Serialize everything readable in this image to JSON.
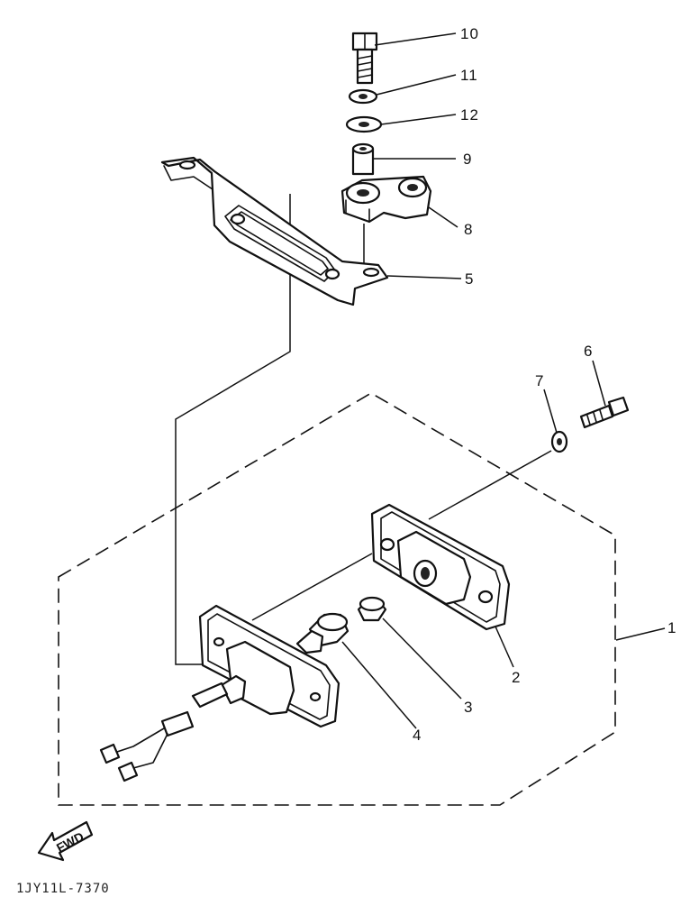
{
  "diagram": {
    "callouts": {
      "p1": "1",
      "p2": "2",
      "p3": "3",
      "p4": "4",
      "p5": "5",
      "p6": "6",
      "p7": "7",
      "p8": "8",
      "p9": "9",
      "p10": "10",
      "p11": "11",
      "p12": "12"
    },
    "direction_label": "FWD",
    "reference_code": "1JY11L-7370"
  }
}
